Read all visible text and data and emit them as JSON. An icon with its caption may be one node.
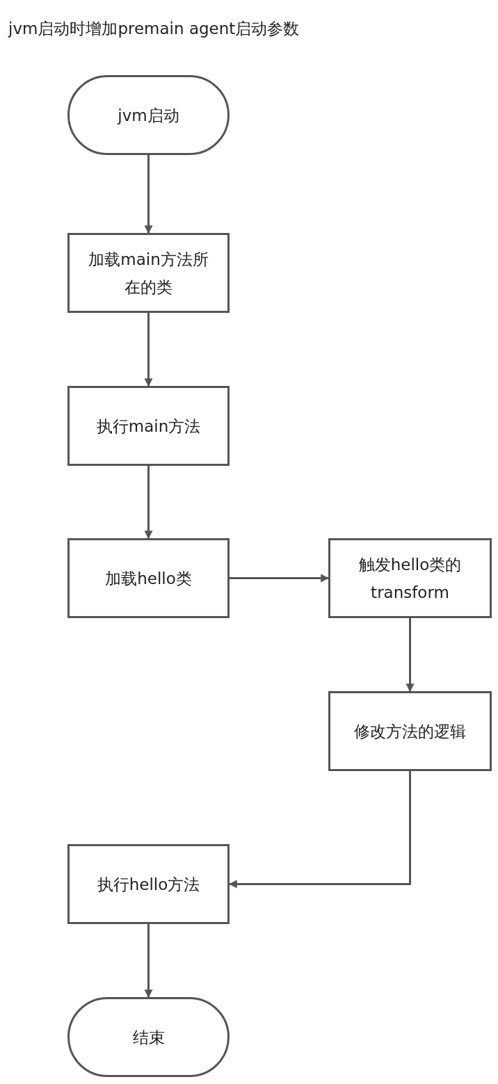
{
  "diagram": {
    "title": "jvm启动时增加premain agent启动参数",
    "nodes": [
      {
        "text": [
          "jvm启动"
        ]
      },
      {
        "text": [
          "加载main方法所在的类"
        ]
      },
      {
        "text": [
          "执行main方法"
        ]
      },
      {
        "text": [
          "加载hello类"
        ]
      },
      {
        "text": [
          "触发hello类的transform"
        ]
      },
      {
        "text": [
          "修改方法的逻辑"
        ]
      },
      {
        "text": [
          "执行hello方法"
        ]
      },
      {
        "text": [
          "结束"
        ]
      }
    ],
    "edges": [
      {
        "from": 0,
        "to": 1,
        "arrow": "to"
      },
      {
        "from": 1,
        "to": 2,
        "arrow": "to"
      },
      {
        "from": 2,
        "to": 3,
        "arrow": "to"
      },
      {
        "from": 3,
        "to": 4,
        "arrow": "to"
      },
      {
        "from": 4,
        "to": 5,
        "arrow": "to"
      },
      {
        "from": 5,
        "to": 6,
        "arrow": "to"
      },
      {
        "from": 6,
        "to": 7,
        "arrow": "to"
      }
    ]
  }
}
